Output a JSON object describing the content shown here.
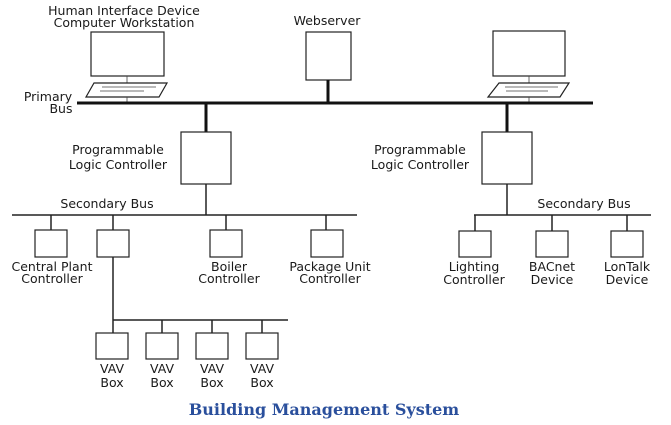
{
  "title": "Building Management System",
  "title_color": "#2a4f9c",
  "primary_bus": {
    "label_line1": "Primary",
    "label_line2": "Bus"
  },
  "workstations": [
    {
      "label_line1": "Human Interface Device",
      "label_line2": "Computer Workstation"
    },
    {
      "label_line1": "",
      "label_line2": ""
    }
  ],
  "webserver": {
    "label": "Webserver"
  },
  "plcs": [
    {
      "label_line1": "Programmable",
      "label_line2": "Logic Controller"
    },
    {
      "label_line1": "Programmable",
      "label_line2": "Logic Controller"
    }
  ],
  "secondary_buses": [
    {
      "label": "Secondary Bus",
      "devices": [
        {
          "label_line1": "Central Plant",
          "label_line2": "Controller"
        },
        {
          "label_line1": "",
          "label_line2": ""
        },
        {
          "label_line1": "Boiler",
          "label_line2": "Controller"
        },
        {
          "label_line1": "Package Unit",
          "label_line2": "Controller"
        }
      ]
    },
    {
      "label": "Secondary Bus",
      "devices": [
        {
          "label_line1": "Lighting",
          "label_line2": "Controller"
        },
        {
          "label_line1": "BACnet",
          "label_line2": "Device"
        },
        {
          "label_line1": "LonTalk",
          "label_line2": "Device"
        }
      ]
    }
  ],
  "vav_boxes": [
    {
      "label_line1": "VAV",
      "label_line2": "Box"
    },
    {
      "label_line1": "VAV",
      "label_line2": "Box"
    },
    {
      "label_line1": "VAV",
      "label_line2": "Box"
    },
    {
      "label_line1": "VAV",
      "label_line2": "Box"
    }
  ]
}
